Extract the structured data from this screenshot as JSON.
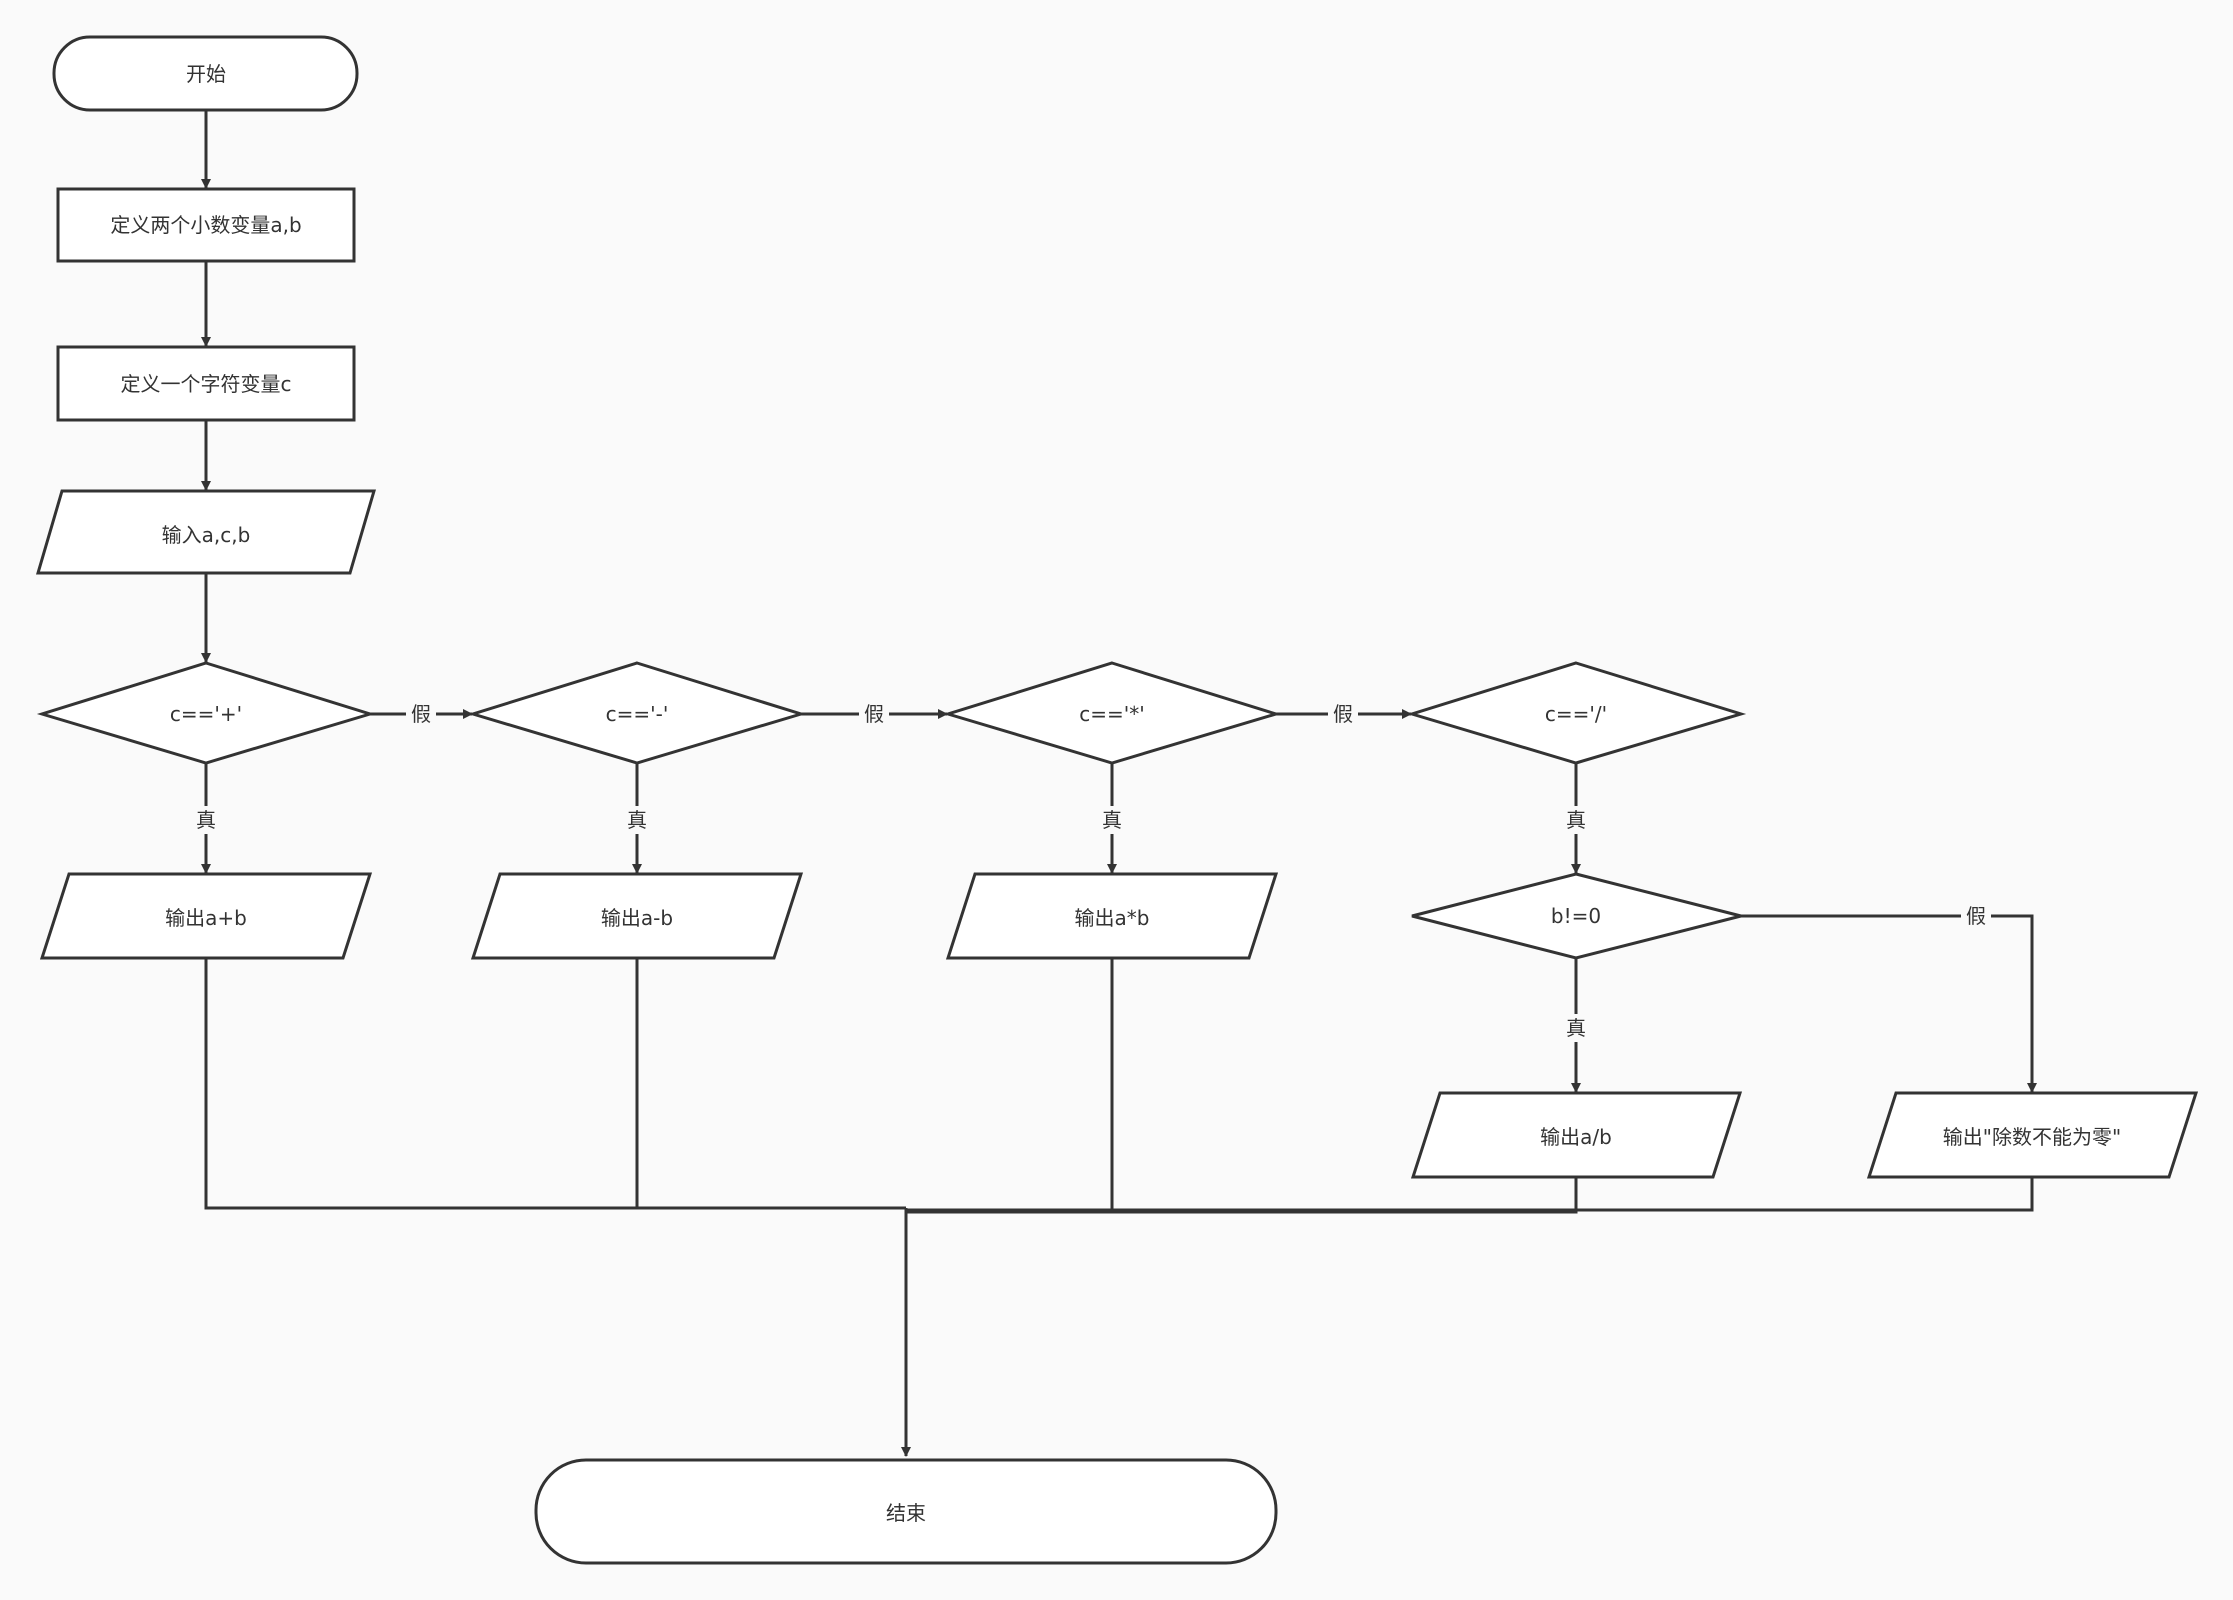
{
  "nodes": {
    "start": "开始",
    "define_ab": "定义两个小数变量a,b",
    "define_c": "定义一个字符变量c",
    "input_acb": "输入a,c,b",
    "cond_plus": "c=='+'",
    "cond_minus": "c=='-'",
    "cond_times": "c=='*'",
    "cond_divide": "c=='/'",
    "out_sum": "输出a+b",
    "out_diff": "输出a-b",
    "out_prod": "输出a*b",
    "cond_bnz": "b!=0",
    "out_quot": "输出a/b",
    "out_error": "输出\"除数不能为零\"",
    "end": "结束"
  },
  "edge_labels": {
    "plus_false": "假",
    "minus_false": "假",
    "times_false": "假",
    "plus_true": "真",
    "minus_true": "真",
    "times_true": "真",
    "divide_true": "真",
    "bnz_true": "真",
    "bnz_false": "假"
  },
  "colors": {
    "stroke": "#333333",
    "fill": "#ffffff",
    "background": "#fafafa"
  }
}
